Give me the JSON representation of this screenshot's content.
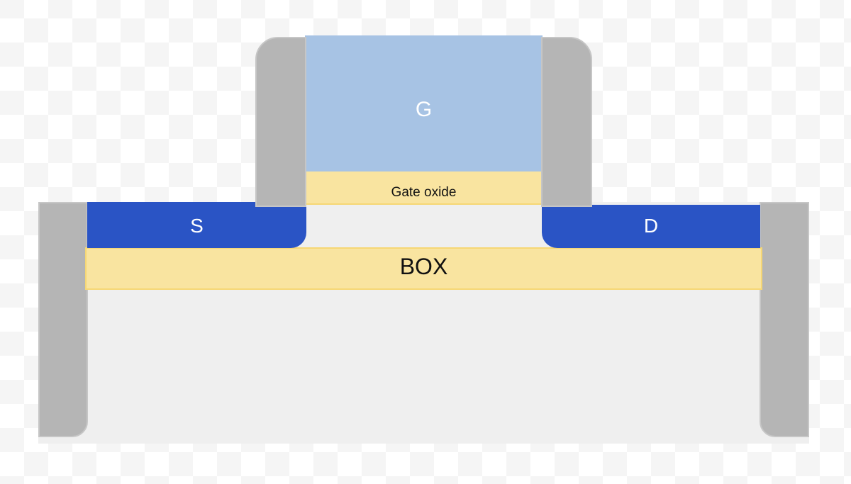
{
  "diagram": {
    "gate_label": "G",
    "gate_oxide_label": "Gate oxide",
    "source_label": "S",
    "drain_label": "D",
    "box_label": "BOX"
  },
  "colors": {
    "gate": "#a7c3e4",
    "oxide": "#f9e4a0",
    "source_drain": "#2a54c5",
    "spacer_sti": "#b5b5b5",
    "substrate": "#efefef"
  }
}
